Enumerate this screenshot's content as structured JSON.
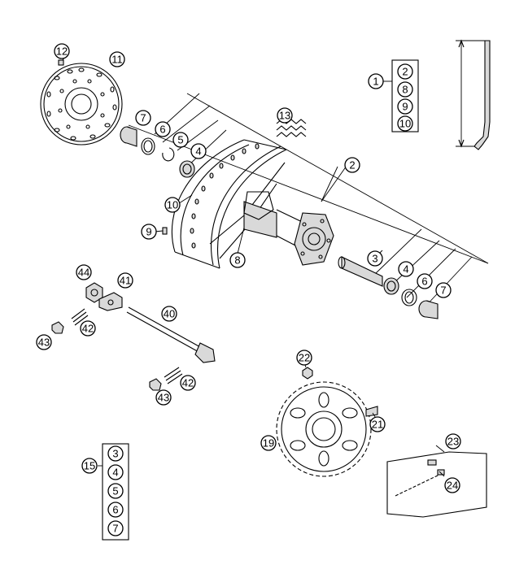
{
  "callouts": {
    "c1": "1",
    "c2a": "2",
    "c8a": "8",
    "c9a": "9",
    "c10a": "10",
    "c11": "11",
    "c12": "12",
    "c13": "13",
    "c7a": "7",
    "c6a": "6",
    "c5a": "5",
    "c4a": "4",
    "c2": "2",
    "c10": "10",
    "c9": "9",
    "c8": "8",
    "c3": "3",
    "c4b": "4",
    "c6b": "6",
    "c7b": "7",
    "c44": "44",
    "c41": "41",
    "c40": "40",
    "c42a": "42",
    "c43a": "43",
    "c42b": "42",
    "c43b": "43",
    "c22": "22",
    "c21": "21",
    "c19": "19",
    "c23": "23",
    "c24": "24",
    "c15": "15",
    "c3k": "3",
    "c4k": "4",
    "c5k": "5",
    "c6k": "6",
    "c7k": "7"
  }
}
